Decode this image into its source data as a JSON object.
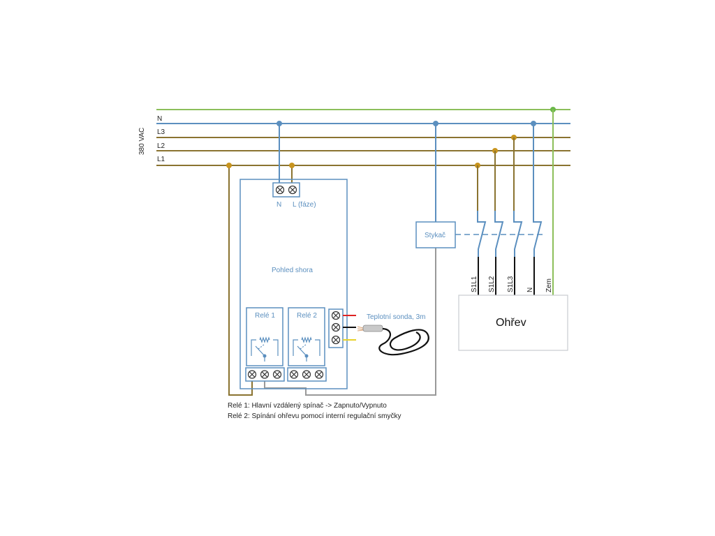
{
  "supply": {
    "voltage_label": "380 VAC",
    "lines": [
      "N",
      "L3",
      "L2",
      "L1"
    ]
  },
  "controller": {
    "terminal_n": "N",
    "terminal_l": "L (fáze)",
    "view_label": "Pohled shora",
    "relay1": "Relé 1",
    "relay2": "Relé 2",
    "probe_label": "Teplotní sonda, 3m"
  },
  "contactor": {
    "label": "Stykač"
  },
  "heater": {
    "label": "Ohřev",
    "inputs": [
      "S1L1",
      "S1L2",
      "S1L3",
      "N",
      "Zem"
    ]
  },
  "notes": {
    "line1": "Relé 1: Hlavní vzdálený spínač -> Zapnuto/Vypnuto",
    "line2": "Relé 2: Spínání ohřevu pomocí interní regulační smyčky"
  },
  "colors": {
    "ground": "#8cbf5a",
    "neutral": "#5b8fbf",
    "phase": "#8a7330",
    "box": "#5b8fbf",
    "heater_border": "#c8ccd0"
  }
}
